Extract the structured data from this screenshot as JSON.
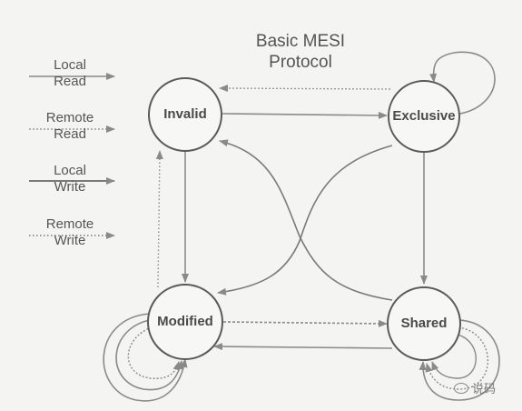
{
  "title": {
    "line1": "Basic MESI",
    "line2": "Protocol"
  },
  "legend": [
    {
      "line1": "Local",
      "line2": "Read",
      "style": "solid"
    },
    {
      "line1": "Remote",
      "line2": "Read",
      "style": "dotted-gray"
    },
    {
      "line1": "Local",
      "line2": "Write",
      "style": "solid-dark"
    },
    {
      "line1": "Remote",
      "line2": "Write",
      "style": "dotted"
    }
  ],
  "states": {
    "invalid": "Invalid",
    "exclusive": "Exclusive",
    "modified": "Modified",
    "shared": "Shared"
  },
  "watermark": {
    "text": "说码"
  },
  "colors": {
    "line": "#8a8a8a",
    "circle": "#5a5a5a",
    "text": "#4a4a4a"
  }
}
